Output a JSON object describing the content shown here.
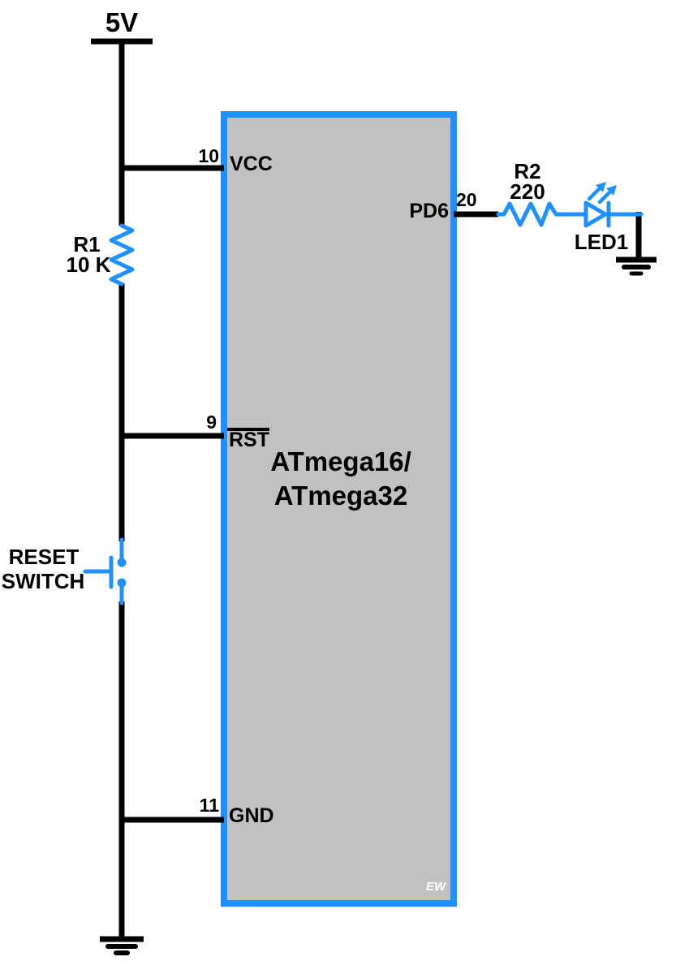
{
  "colors": {
    "wire": "#000000",
    "component": "#1e90ff",
    "ic_fill": "#c1c1c1",
    "background": "#ffffff",
    "watermark_text": "#ffffff"
  },
  "power_rail": {
    "label": "5V"
  },
  "ic": {
    "title_line1": "ATmega16/",
    "title_line2": "ATmega32",
    "watermark": "EW",
    "pins": {
      "vcc": {
        "number": "10",
        "name": "VCC"
      },
      "rst": {
        "number": "9",
        "name": "RST"
      },
      "gnd": {
        "number": "11",
        "name": "GND"
      },
      "pd6": {
        "number": "20",
        "name": "PD6"
      }
    }
  },
  "components": {
    "r1": {
      "ref": "R1",
      "value": "10 K"
    },
    "r2": {
      "ref": "R2",
      "value": "220"
    },
    "led1": {
      "ref": "LED1"
    },
    "reset_switch": {
      "label_line1": "RESET",
      "label_line2": "SWITCH"
    }
  }
}
